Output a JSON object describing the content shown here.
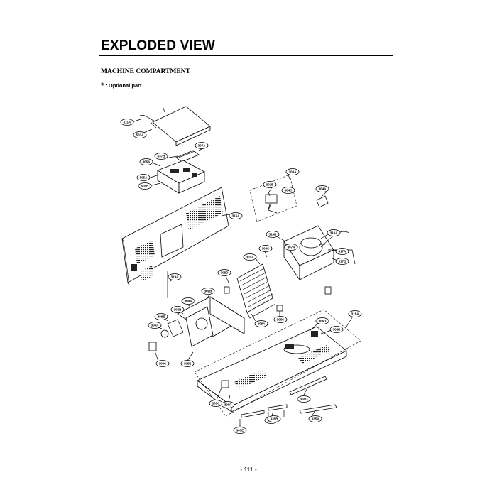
{
  "document": {
    "title": "EXPLODED VIEW",
    "section": "MACHINE COMPARTMENT",
    "note_star": "*",
    "note_text": ": Optional part",
    "page_number": "- 111 -"
  },
  "callouts": [
    {
      "id": "c-611a",
      "text": "611A"
    },
    {
      "id": "c-503a",
      "text": "503A"
    },
    {
      "id": "c-307a",
      "text": "307A"
    },
    {
      "id": "c-637b",
      "text": "637B"
    },
    {
      "id": "c-305a",
      "text": "305A"
    },
    {
      "id": "c-505a",
      "text": "505A"
    },
    {
      "id": "c-505b",
      "text": "505B"
    },
    {
      "id": "c-303a",
      "text": "303A"
    },
    {
      "id": "c-303b",
      "text": "303B"
    },
    {
      "id": "c-304c",
      "text": "304C"
    },
    {
      "id": "c-304a",
      "text": "304A"
    },
    {
      "id": "c-315a",
      "text": "315A"
    },
    {
      "id": "c-316b",
      "text": "316B"
    },
    {
      "id": "c-316a",
      "text": "316A"
    },
    {
      "id": "c-307b",
      "text": "307A"
    },
    {
      "id": "c-317a",
      "text": "317A"
    },
    {
      "id": "c-317b",
      "text": "317B"
    },
    {
      "id": "c-301a",
      "text": "301A"
    },
    {
      "id": "c-308c",
      "text": "308C"
    },
    {
      "id": "c-308d",
      "text": "308D"
    },
    {
      "id": "c-319a",
      "text": "319A"
    },
    {
      "id": "c-309b",
      "text": "309B"
    },
    {
      "id": "c-309a",
      "text": "309A"
    },
    {
      "id": "c-308b",
      "text": "308B"
    },
    {
      "id": "c-308e",
      "text": "308E"
    },
    {
      "id": "c-306a",
      "text": "306A"
    },
    {
      "id": "c-308a",
      "text": "308A"
    },
    {
      "id": "c-306c",
      "text": "306C"
    },
    {
      "id": "c-309c",
      "text": "309C"
    },
    {
      "id": "c-306e",
      "text": "306E"
    },
    {
      "id": "c-318a",
      "text": "318A"
    },
    {
      "id": "c-306d",
      "text": "306D"
    },
    {
      "id": "c-306b",
      "text": "306B"
    },
    {
      "id": "c-305c",
      "text": "305C"
    },
    {
      "id": "c-308f",
      "text": "308F"
    },
    {
      "id": "c-308g",
      "text": "308G"
    },
    {
      "id": "c-335a",
      "text": "335A"
    },
    {
      "id": "c-305e",
      "text": "305E"
    },
    {
      "id": "c-308h",
      "text": "308H"
    },
    {
      "id": "c-335b",
      "text": "335B"
    }
  ]
}
